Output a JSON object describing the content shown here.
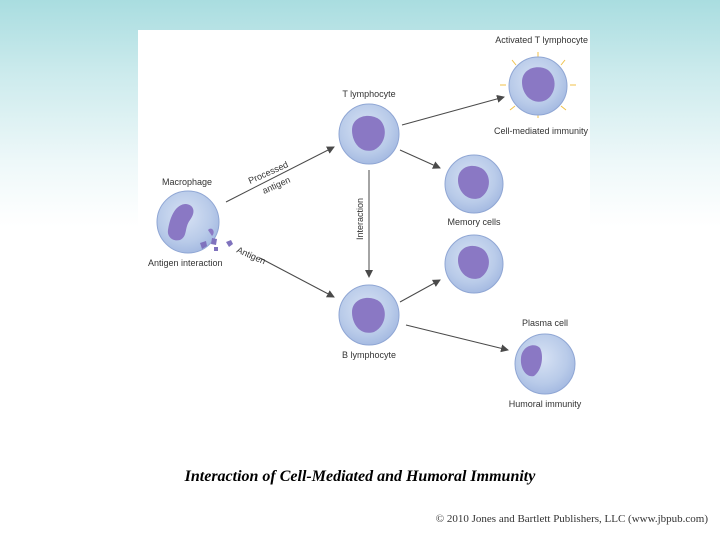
{
  "diagram": {
    "labels": {
      "activated_t": "Activated T lymphocyte",
      "t_lymphocyte": "T lymphocyte",
      "cell_mediated": "Cell-mediated immunity",
      "macrophage": "Macrophage",
      "processed": "Processed",
      "antigen_processed": "antigen",
      "memory_cells": "Memory cells",
      "interaction_vertical": "Interaction",
      "antigen_arrow": "Antigen",
      "antigen_interaction": "Antigen interaction",
      "plasma_cell": "Plasma cell",
      "b_lymphocyte": "B lymphocyte",
      "humoral": "Humoral immunity"
    }
  },
  "caption": "Interaction of Cell-Mediated and Humoral Immunity",
  "copyright": "© 2010 Jones and Bartlett Publishers, LLC (www.jbpub.com)",
  "colors": {
    "cell_fill": "#b9cbe9",
    "cell_edge": "#8fa6d4",
    "nucleus": "#8a78c4",
    "arrow": "#4a4a4a",
    "glow": "#f0c24a"
  }
}
